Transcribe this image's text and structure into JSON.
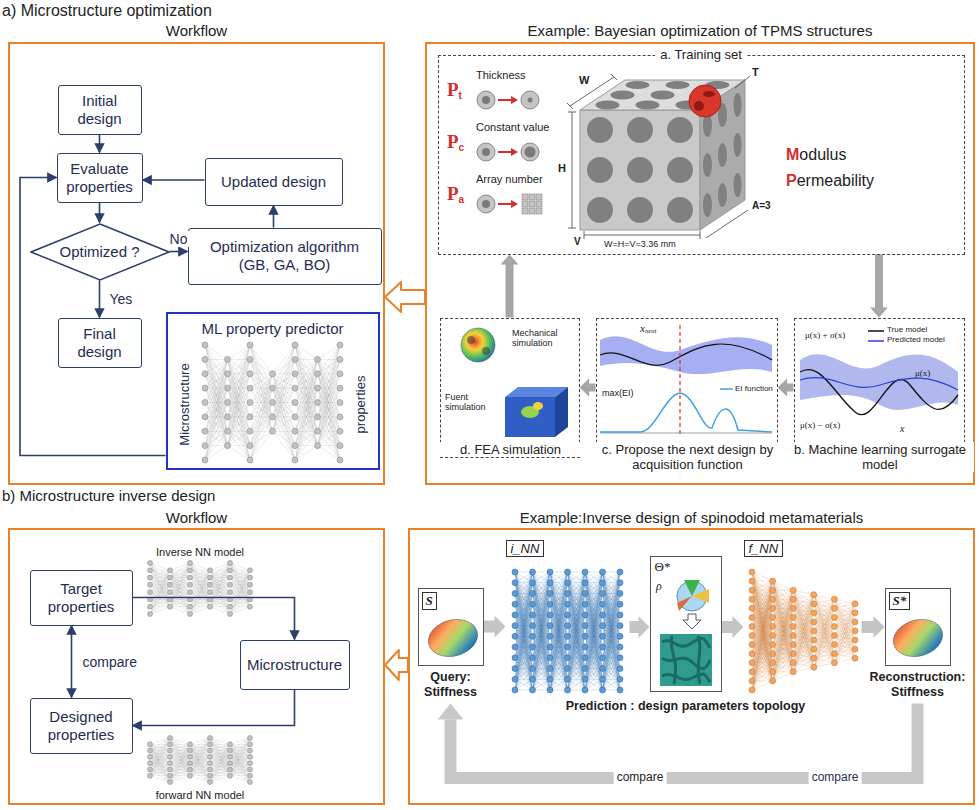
{
  "diagram": {
    "nodes": [
      {
        "text": [
          "Workflow"
        ]
      },
      {
        "text": [
          "Initial design"
        ],
        "in": 0
      },
      {
        "text": [
          "Evaluate properties"
        ],
        "in": 0
      },
      {
        "text": [
          "Optimized ?"
        ],
        "in": 0
      },
      {
        "text": [
          "Updated design"
        ],
        "in": 0
      },
      {
        "text": [
          "Optimization algorithm (GB, GA, BO)"
        ],
        "in": 0
      },
      {
        "text": [
          "Final design"
        ],
        "in": 0
      },
      {
        "text": [
          "ML property predictor",
          "Microstructure",
          "properties"
        ],
        "in": 0
      },
      {
        "text": [
          "Example: Bayesian optimization of TPMS structures"
        ]
      },
      {
        "text": [
          "a. Training set"
        ],
        "in": 8
      },
      {
        "text": [
          "d. FEA simulation"
        ],
        "in": 8
      },
      {
        "text": [
          "c. Propose the next design by acquisition function"
        ],
        "in": 8
      },
      {
        "text": [
          "b. Machine learning surrogate model"
        ],
        "in": 8
      },
      {
        "text": [
          "Workflow"
        ]
      },
      {
        "text": [
          "Target properties"
        ],
        "in": 13
      },
      {
        "text": [
          "Microstructure"
        ],
        "in": 13
      },
      {
        "text": [
          "Designed properties"
        ],
        "in": 13
      },
      {
        "text": [
          "Example:Inverse design of spinodoid metamaterials"
        ]
      },
      {
        "text": [
          "S",
          "Query: Stiffness"
        ],
        "in": 17
      },
      {
        "text": [
          "i_NN"
        ],
        "in": 17
      },
      {
        "text": [
          "Θ*",
          "Prediction : design parameters topology"
        ],
        "in": 17
      },
      {
        "text": [
          "f_NN"
        ],
        "in": 17
      },
      {
        "text": [
          "S*",
          "Reconstruction: Stiffness"
        ],
        "in": 17
      }
    ],
    "edges": [
      {
        "from": 1,
        "to": 2,
        "arrow": "to"
      },
      {
        "from": 2,
        "to": 3,
        "arrow": "to"
      },
      {
        "from": 3,
        "to": 5,
        "arrow": "to",
        "label": "No"
      },
      {
        "from": 5,
        "to": 4,
        "arrow": "to"
      },
      {
        "from": 4,
        "to": 2,
        "arrow": "to"
      },
      {
        "from": 3,
        "to": 6,
        "arrow": "to",
        "label": "Yes"
      },
      {
        "from": 7,
        "to": 2,
        "arrow": "to"
      },
      {
        "from": 8,
        "to": 0,
        "arrow": "to"
      },
      {
        "from": 9,
        "to": 12,
        "arrow": "to"
      },
      {
        "from": 12,
        "to": 11,
        "arrow": "to"
      },
      {
        "from": 11,
        "to": 10,
        "arrow": "to"
      },
      {
        "from": 10,
        "to": 9,
        "arrow": "to"
      },
      {
        "from": 14,
        "to": 15,
        "arrow": "to"
      },
      {
        "from": 15,
        "to": 16,
        "arrow": "to"
      },
      {
        "from": 14,
        "to": 16,
        "arrow": "both",
        "label": "compare"
      },
      {
        "from": 17,
        "to": 13,
        "arrow": "to"
      },
      {
        "from": 18,
        "to": 19,
        "arrow": "to"
      },
      {
        "from": 19,
        "to": 20,
        "arrow": "to"
      },
      {
        "from": 20,
        "to": 21,
        "arrow": "to"
      },
      {
        "from": 21,
        "to": 22,
        "arrow": "to"
      },
      {
        "from": 22,
        "to": 18,
        "arrow": "to",
        "label": "compare"
      }
    ],
    "labels": [
      "a) Microstructure optimization",
      "b) Microstructure inverse design",
      "P",
      "t",
      "Thickness",
      "P",
      "c",
      "Constant value",
      "P",
      "a",
      "Array number",
      "W",
      "H",
      "T",
      "V",
      "A=3",
      "W=H=V=3.36 mm",
      "M",
      "odulus",
      "P",
      "ermeability",
      "μ(x) + σ(x)",
      "μ(x)",
      "μ(x) − σ(x)",
      "x",
      "x",
      "next",
      "max(EI)",
      "EI function",
      "Mechanical simulation",
      "Fuent simulation",
      "Inverse NN model",
      "forward NN model",
      "ρ",
      "compare"
    ],
    "legend": [
      {
        "text": "True model"
      },
      {
        "text": "Predicted model"
      }
    ]
  }
}
